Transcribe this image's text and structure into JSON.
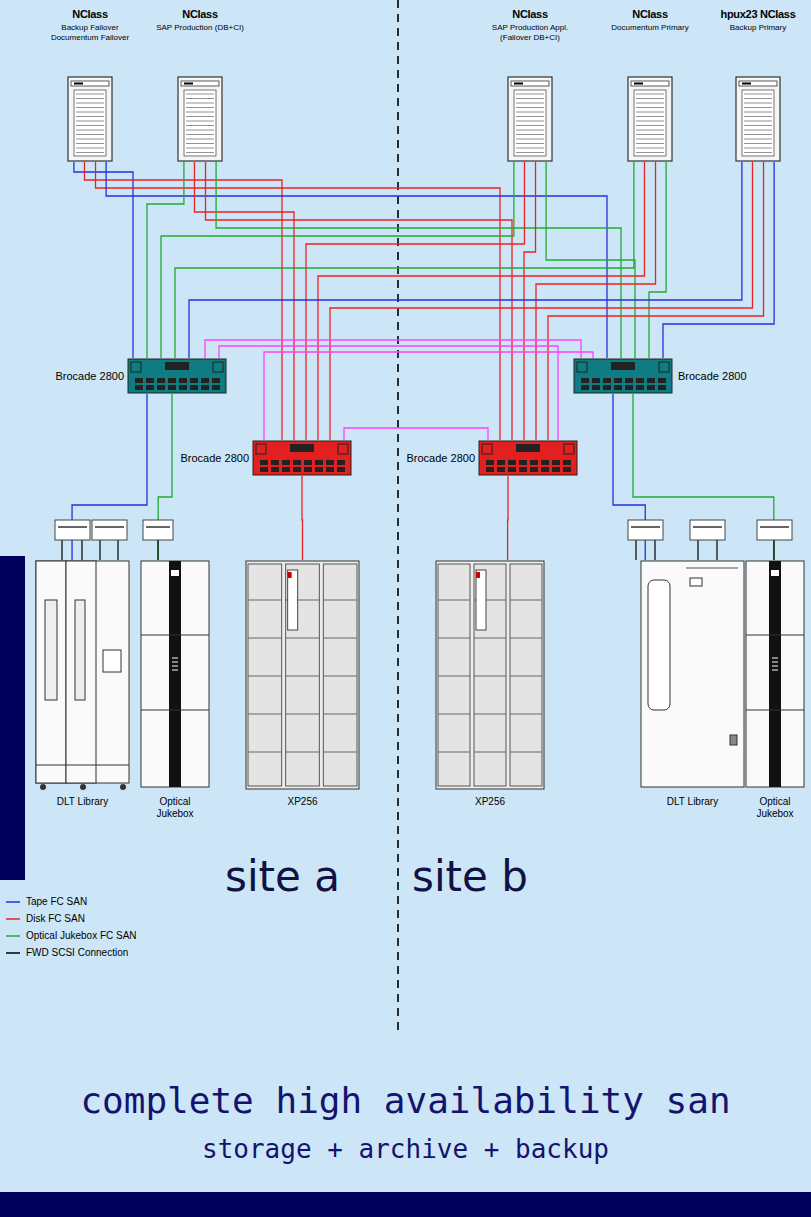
{
  "diagram": {
    "title": "complete high availability san",
    "caption": "storage + archive + backup",
    "nodes": [
      {
        "text": [
          "NClass",
          "Backup Failover Documentum Failover"
        ]
      },
      {
        "text": [
          "NClass",
          "SAP Production (DB+CI)"
        ]
      },
      {
        "text": [
          "NClass",
          "SAP Production Appl. (Failover DB+CI)"
        ]
      },
      {
        "text": [
          "NClass",
          "Documentum Primary"
        ]
      },
      {
        "text": [
          "hpux23 NClass",
          "Backup Primary"
        ]
      },
      {
        "text": [
          "Brocade 2800"
        ]
      },
      {
        "text": [
          "Brocade 2800"
        ]
      },
      {
        "text": [
          "Brocade 2800"
        ]
      },
      {
        "text": [
          "Brocade 2800"
        ]
      },
      {
        "text": [
          "DLT Library"
        ]
      },
      {
        "text": [
          "Optical Jukebox"
        ]
      },
      {
        "text": [
          "XP256"
        ]
      },
      {
        "text": [
          "XP256"
        ]
      },
      {
        "text": [
          "DLT Library"
        ]
      },
      {
        "text": [
          "Optical Jukebox"
        ]
      }
    ],
    "edges": [
      {
        "from": 0,
        "to": 5,
        "arrow": "none"
      },
      {
        "from": 0,
        "to": 6,
        "arrow": "none"
      },
      {
        "from": 0,
        "to": 7,
        "arrow": "none"
      },
      {
        "from": 0,
        "to": 8,
        "arrow": "none"
      },
      {
        "from": 1,
        "to": 5,
        "arrow": "none"
      },
      {
        "from": 1,
        "to": 6,
        "arrow": "none"
      },
      {
        "from": 1,
        "to": 7,
        "arrow": "none"
      },
      {
        "from": 1,
        "to": 8,
        "arrow": "none"
      },
      {
        "from": 2,
        "to": 5,
        "arrow": "none"
      },
      {
        "from": 2,
        "to": 6,
        "arrow": "none"
      },
      {
        "from": 2,
        "to": 7,
        "arrow": "none"
      },
      {
        "from": 2,
        "to": 8,
        "arrow": "none"
      },
      {
        "from": 3,
        "to": 5,
        "arrow": "none"
      },
      {
        "from": 3,
        "to": 6,
        "arrow": "none"
      },
      {
        "from": 3,
        "to": 7,
        "arrow": "none"
      },
      {
        "from": 3,
        "to": 8,
        "arrow": "none"
      },
      {
        "from": 4,
        "to": 5,
        "arrow": "none"
      },
      {
        "from": 4,
        "to": 6,
        "arrow": "none"
      },
      {
        "from": 4,
        "to": 7,
        "arrow": "none"
      },
      {
        "from": 4,
        "to": 8,
        "arrow": "none"
      },
      {
        "from": 5,
        "to": 8,
        "arrow": "none"
      },
      {
        "from": 5,
        "to": 7,
        "arrow": "none"
      },
      {
        "from": 8,
        "to": 6,
        "arrow": "none"
      },
      {
        "from": 6,
        "to": 7,
        "arrow": "none"
      },
      {
        "from": 5,
        "to": 9,
        "arrow": "none"
      },
      {
        "from": 5,
        "to": 10,
        "arrow": "none"
      },
      {
        "from": 6,
        "to": 11,
        "arrow": "none"
      },
      {
        "from": 7,
        "to": 12,
        "arrow": "none"
      },
      {
        "from": 8,
        "to": 13,
        "arrow": "none"
      },
      {
        "from": 8,
        "to": 14,
        "arrow": "none"
      }
    ],
    "labels": [
      "site a",
      "site b"
    ],
    "legend": [
      {
        "text": "Tape FC SAN"
      },
      {
        "text": "Disk FC SAN"
      },
      {
        "text": "Optical Jukebox FC SAN"
      },
      {
        "text": "FWD SCSI Connection"
      }
    ]
  }
}
